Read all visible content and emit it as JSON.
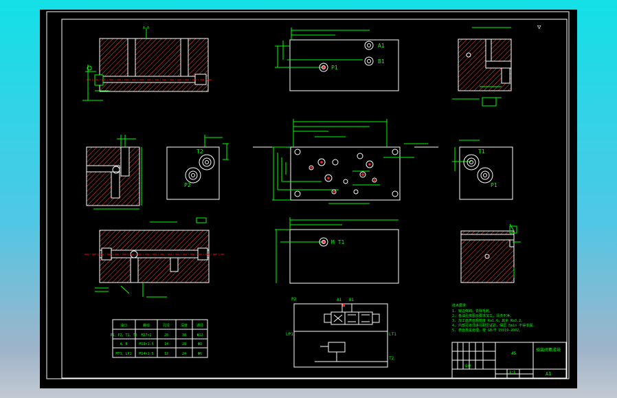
{
  "colors": {
    "background_top": "#13e0e6",
    "canvas": "#000000",
    "border": "#ffffff",
    "part": "#ffffff",
    "dimension": "#00ff00",
    "hatch": "#ff4040",
    "center_line": "#ff0000",
    "port_fill": "#ff0000"
  },
  "ports": {
    "a1": "A1",
    "b1": "B1",
    "p1": "P1",
    "mt1": "M T1",
    "t2": "T2",
    "p2": "P2",
    "t1": "T1",
    "lp1": "LP1",
    "lt1": "LT1"
  },
  "views": {
    "corner_mark": "▽",
    "section_label": "A-A"
  },
  "port_table": {
    "headers": [
      "油口",
      "螺纹",
      "孔径",
      "深度",
      "通径"
    ],
    "rows": [
      [
        "P1、P2、T1、T2",
        "M27×2",
        "20",
        "38",
        "Φ12"
      ],
      [
        "A、B",
        "M18×1.5",
        "14",
        "28",
        "Φ8"
      ],
      [
        "MT1、LP1",
        "M14×1.5",
        "12",
        "24",
        "Φ6"
      ]
    ]
  },
  "notes": {
    "title": "技术要求",
    "lines": [
      "1. 锐边倒钝，去除毛刺。",
      "2. 各油孔按图示要求加工，清洗干净。",
      "3. 加工面表面粗糙度 Ra1.6，其余 Ra3.2。",
      "4. 内部孔道须进行耐压试验，保压 5min 不得渗漏。",
      "5. 表面发黑处理，按 GB/T 15519-2002。"
    ]
  },
  "title_block": {
    "drawing_name": "插装阀集成块",
    "material": "45",
    "sheet": "A1",
    "designer": "设计",
    "scale": "1:1"
  }
}
